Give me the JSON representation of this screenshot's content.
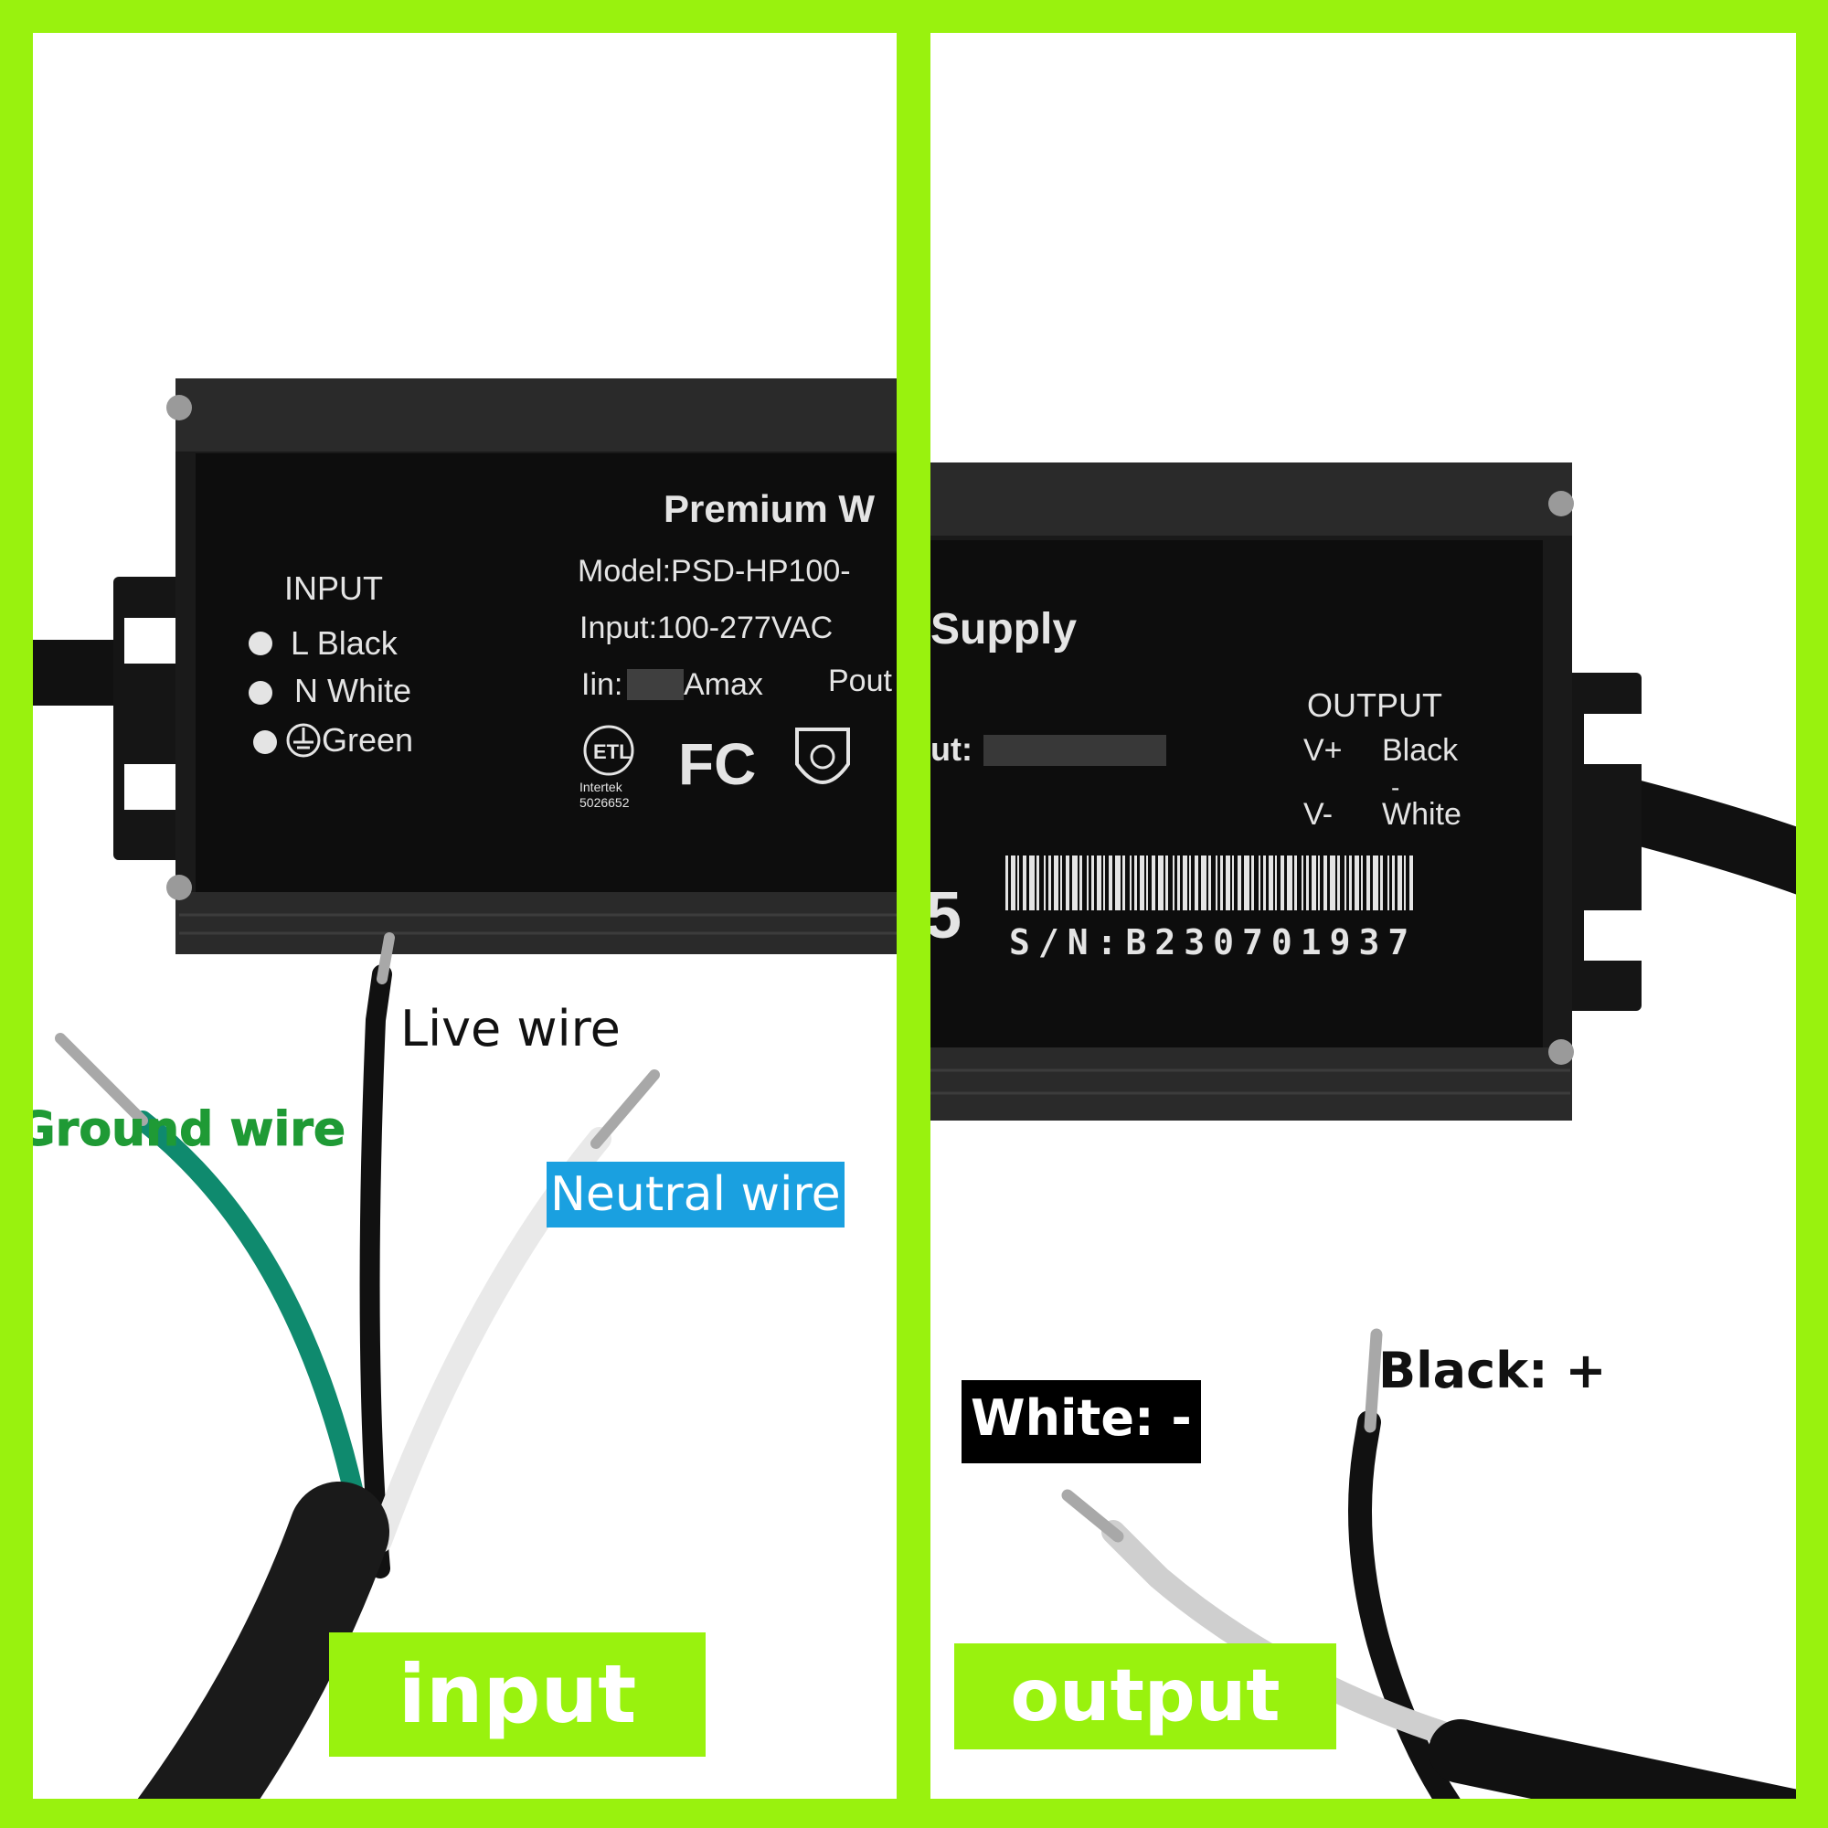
{
  "input_panel": {
    "label_live": "Live wire",
    "label_ground": "Ground wire",
    "label_neutral": "Neutral wire",
    "tag": "input",
    "device_label": {
      "title_partial": "Premium W",
      "model": "Model:PSD-HP100-",
      "input": "Input:100-277VAC",
      "current_prefix": "Iin:",
      "current_suffix": "Amax",
      "power_partial": "Pout",
      "section_heading": "INPUT",
      "wire_l": "L Black",
      "wire_n": "N White",
      "wire_g": "Green",
      "cert_brand": "Intertek",
      "cert_number": "5026652",
      "cert_mark": "ETL",
      "fcc_mark": "FC"
    }
  },
  "output_panel": {
    "label_white": "White: -",
    "label_black": "Black: +",
    "tag": "output",
    "device_label": {
      "title_partial": "Supply",
      "output_prefix": "ut:",
      "section_heading": "OUTPUT",
      "v_plus": "V+",
      "v_plus_color": "Black",
      "separator": "-",
      "v_minus": "V-",
      "v_minus_color": "White",
      "serial": "S/N:B230701937",
      "edge_digit": "5"
    }
  },
  "colors": {
    "background": "#99f20e",
    "ground_label": "#1f9a35",
    "neutral_highlight": "#1aa0e0",
    "white_label_bg": "#000000"
  }
}
